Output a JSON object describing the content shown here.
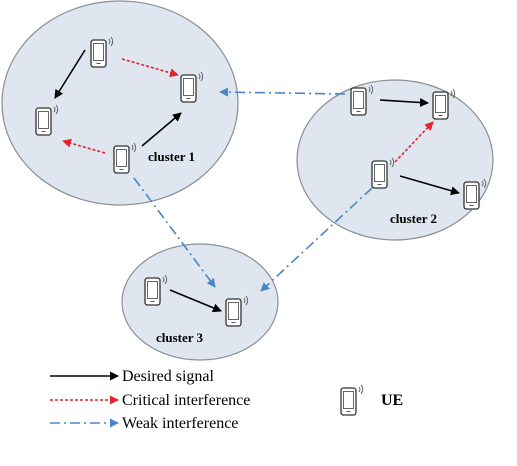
{
  "clusters": [
    {
      "label": "cluster 1"
    },
    {
      "label": "cluster 2"
    },
    {
      "label": "cluster 3"
    }
  ],
  "legend": {
    "desired": "Desired signal",
    "critical": "Critical interference",
    "weak": "Weak interference",
    "ue": "UE"
  },
  "colors": {
    "desired": "#000000",
    "critical": "#e0262b",
    "weak": "#4a86c5",
    "cluster_fill": "#dfe6f0"
  },
  "icons": {
    "ue": "mobile-phone-icon"
  }
}
